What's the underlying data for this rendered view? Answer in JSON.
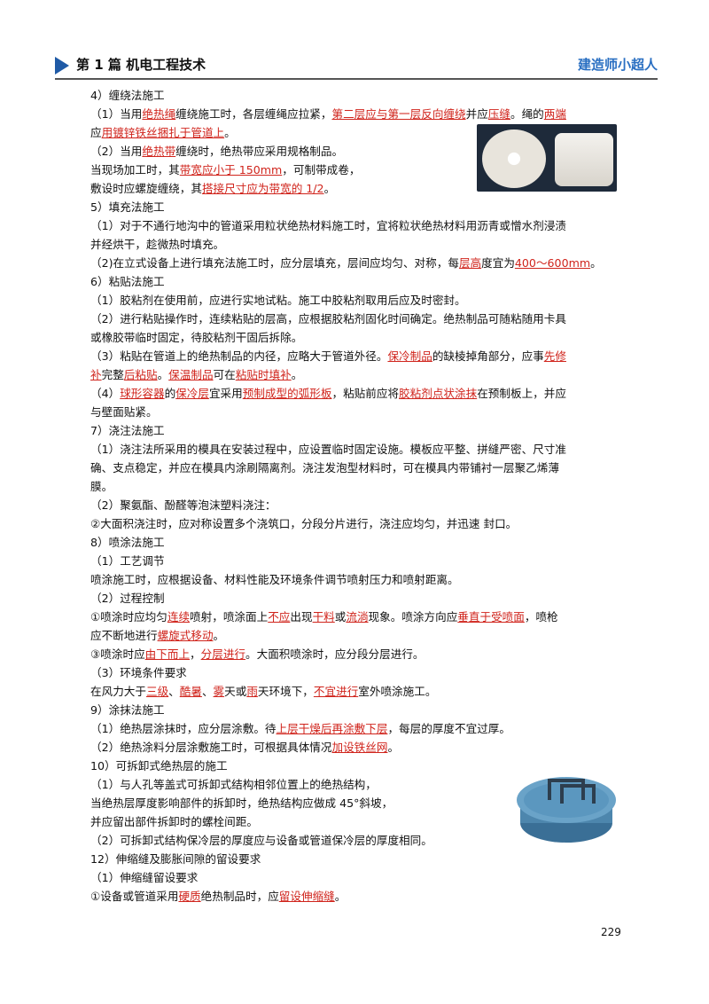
{
  "header": {
    "title": "第 1 篇  机电工程技术",
    "brand": "建造师小超人"
  },
  "page_number": "229",
  "lines": [
    [
      {
        "t": "4）缠绕法施工"
      }
    ],
    [
      {
        "t": "（1）当用"
      },
      {
        "t": "绝热绳",
        "r": 1
      },
      {
        "t": "缠绕施工时，各层缠绳应拉紧，"
      },
      {
        "t": "第二层应与第一层反向缠绕",
        "r": 1
      },
      {
        "t": "并应"
      },
      {
        "t": "压缝",
        "r": 1
      },
      {
        "t": "。绳的"
      },
      {
        "t": "两端",
        "r": 1
      }
    ],
    [
      {
        "t": "应"
      },
      {
        "t": "用镀锌铁丝捆扎于管道上",
        "r": 1
      },
      {
        "t": "。"
      }
    ],
    [
      {
        "t": "（2）当用"
      },
      {
        "t": "绝热带",
        "r": 1
      },
      {
        "t": "缠绕时，绝热带应采用规格制品。"
      }
    ],
    [
      {
        "t": "当现场加工时，其"
      },
      {
        "t": "带宽应小于 150mm",
        "r": 1
      },
      {
        "t": "，可制带成卷，"
      }
    ],
    [
      {
        "t": "敷设时应螺旋缠绕，其"
      },
      {
        "t": "搭接尺寸应为带宽的 1/2",
        "r": 1
      },
      {
        "t": "。"
      }
    ],
    [
      {
        "t": "5）填充法施工"
      }
    ],
    [
      {
        "t": "（1）对于不通行地沟中的管道采用粒状绝热材料施工时，宜将粒状绝热材料用沥青或憎水剂浸渍"
      }
    ],
    [
      {
        "t": "并经烘干，趁微热时填充。"
      }
    ],
    [
      {
        "t": "（2)在立式设备上进行填充法施工时，应分层填充，层间应均匀、对称，每"
      },
      {
        "t": "层高",
        "r": 1
      },
      {
        "t": "度宜为"
      },
      {
        "t": "400～600mm",
        "r": 1
      },
      {
        "t": "。"
      }
    ],
    [
      {
        "t": "6）粘贴法施工"
      }
    ],
    [
      {
        "t": "（1）胶粘剂在使用前，应进行实地试粘。施工中胶粘剂取用后应及时密封。"
      }
    ],
    [
      {
        "t": "（2）进行粘贴操作时，连续粘贴的层高，应根据胶粘剂固化时间确定。绝热制品可随粘随用卡具"
      }
    ],
    [
      {
        "t": "或橡胶带临时固定，待胶粘剂干固后拆除。"
      }
    ],
    [
      {
        "t": "（3）粘贴在管道上的绝热制品的内径，应略大于管道外径。"
      },
      {
        "t": "保冷制品",
        "r": 1
      },
      {
        "t": "的缺棱掉角部分，应事"
      },
      {
        "t": "先修",
        "r": 1
      }
    ],
    [
      {
        "t": "补",
        "r": 1
      },
      {
        "t": "完整"
      },
      {
        "t": "后粘贴",
        "r": 1
      },
      {
        "t": "。"
      },
      {
        "t": "保温制品",
        "r": 1
      },
      {
        "t": "可在"
      },
      {
        "t": "粘贴时填补",
        "r": 1
      },
      {
        "t": "。"
      }
    ],
    [
      {
        "t": "（4）"
      },
      {
        "t": "球形容器",
        "r": 1
      },
      {
        "t": "的"
      },
      {
        "t": "保冷层",
        "r": 1
      },
      {
        "t": "宜采用"
      },
      {
        "t": "预制成型的弧形板",
        "r": 1
      },
      {
        "t": "，粘贴前应将"
      },
      {
        "t": "胶粘剂点状涂抹",
        "r": 1
      },
      {
        "t": "在预制板上，并应"
      }
    ],
    [
      {
        "t": "与壁面贴紧。"
      }
    ],
    [
      {
        "t": "7）浇注法施工"
      }
    ],
    [
      {
        "t": "（1）浇注法所采用的模具在安装过程中，应设置临时固定设施。模板应平整、拼缝严密、尺寸准"
      }
    ],
    [
      {
        "t": "确、支点稳定，并应在模具内涂刷隔离剂。浇注发泡型材料时，可在模具内带铺衬一层聚乙烯薄"
      }
    ],
    [
      {
        "t": "膜。"
      }
    ],
    [
      {
        "t": "（2）聚氨酯、酚醛等泡沫塑料浇注："
      }
    ],
    [
      {
        "t": "②大面积浇注时，应对称设置多个浇筑口，分段分片进行，浇注应均匀，并迅速  封口。"
      }
    ],
    [
      {
        "t": "8）喷涂法施工"
      }
    ],
    [
      {
        "t": "（1）工艺调节"
      }
    ],
    [
      {
        "t": "喷涂施工时，应根据设备、材料性能及环境条件调节喷射压力和喷射距离。"
      }
    ],
    [
      {
        "t": "（2）过程控制"
      }
    ],
    [
      {
        "t": "①喷涂时应均匀"
      },
      {
        "t": "连续",
        "r": 1
      },
      {
        "t": "喷射，喷涂面上"
      },
      {
        "t": "不应",
        "r": 1
      },
      {
        "t": "出现"
      },
      {
        "t": "干料",
        "r": 1
      },
      {
        "t": "或"
      },
      {
        "t": "流淌",
        "r": 1
      },
      {
        "t": "现象。喷涂方向应"
      },
      {
        "t": "垂直于受喷面",
        "r": 1
      },
      {
        "t": "，喷枪"
      }
    ],
    [
      {
        "t": "应不断地进行"
      },
      {
        "t": "螺旋式移动",
        "r": 1
      },
      {
        "t": "。"
      }
    ],
    [
      {
        "t": "③喷涂时应"
      },
      {
        "t": "由下而上",
        "r": 1
      },
      {
        "t": "，"
      },
      {
        "t": "分层进行",
        "r": 1
      },
      {
        "t": "。大面积喷涂时，应分段分层进行。"
      }
    ],
    [
      {
        "t": "（3）环境条件要求"
      }
    ],
    [
      {
        "t": "在风力大于"
      },
      {
        "t": "三级",
        "r": 1
      },
      {
        "t": "、"
      },
      {
        "t": "酷暑",
        "r": 1
      },
      {
        "t": "、"
      },
      {
        "t": "雾",
        "r": 1
      },
      {
        "t": "天或"
      },
      {
        "t": "雨",
        "r": 1
      },
      {
        "t": "天环境下，"
      },
      {
        "t": "不宜进行",
        "r": 1
      },
      {
        "t": "室外喷涂施工。"
      }
    ],
    [
      {
        "t": "9）涂抹法施工"
      }
    ],
    [
      {
        "t": "（1）绝热层涂抹时，应分层涂敷。待"
      },
      {
        "t": "上层干燥后再涂敷下层",
        "r": 1
      },
      {
        "t": "，每层的厚度不宜过厚。"
      }
    ],
    [
      {
        "t": "（2）绝热涂料分层涂敷施工时，可根据具体情况"
      },
      {
        "t": "加设铁丝网",
        "r": 1
      },
      {
        "t": "。"
      }
    ],
    [
      {
        "t": "10）可拆卸式绝热层的施工"
      }
    ],
    [
      {
        "t": "（1）与人孔等盖式可拆卸式结构相邻位置上的绝热结构，"
      }
    ],
    [
      {
        "t": "当绝热层厚度影响部件的拆卸时，绝热结构应做成 45°斜坡，"
      }
    ],
    [
      {
        "t": "并应留出部件拆卸时的螺栓间距。"
      }
    ],
    [
      {
        "t": "（2）可拆卸式结构保冷层的厚度应与设备或管道保冷层的厚度相同。"
      }
    ],
    [
      {
        "t": "12）伸缩缝及膨胀间隙的留设要求"
      }
    ],
    [
      {
        "t": "（1）伸缩缝留设要求"
      }
    ],
    [
      {
        "t": "①设备或管道采用"
      },
      {
        "t": "硬质",
        "r": 1
      },
      {
        "t": "绝热制品时，应"
      },
      {
        "t": "留设伸缩缝",
        "r": 1
      },
      {
        "t": "。"
      }
    ]
  ]
}
